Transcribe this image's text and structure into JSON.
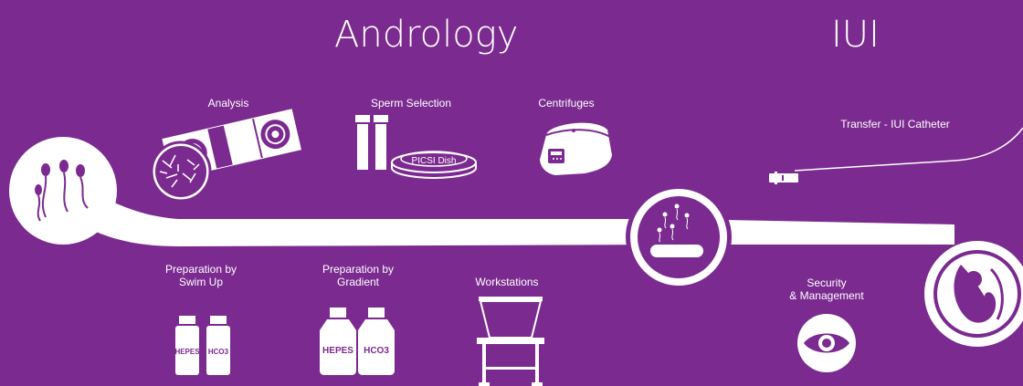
{
  "headings": {
    "andrology": "Andrology",
    "iui": "IUI"
  },
  "labels": {
    "analysis": "Analysis",
    "sperm_selection": "Sperm Selection",
    "centrifuges": "Centrifuges",
    "transfer": "Transfer - IUI Catheter",
    "swim_up_line1": "Preparation by",
    "swim_up_line2": "Swim Up",
    "gradient_line1": "Preparation by",
    "gradient_line2": "Gradient",
    "workstations": "Workstations",
    "security_line1": "Security",
    "security_line2": "& Management"
  },
  "product_labels": {
    "picsi_dish": "PICSI Dish",
    "hepes": "HEPES",
    "hco3": "HCO3"
  },
  "colors": {
    "background": "#7b2a8f",
    "foreground": "#ffffff"
  },
  "icons": [
    "sperm-circle-icon",
    "analysis-slide-icon",
    "sperm-selection-tubes-icon",
    "picsi-dish-icon",
    "centrifuge-icon",
    "iui-catheter-icon",
    "sperm-stage-circle-icon",
    "fetus-circle-icon",
    "media-bottle-icon",
    "workstation-icon",
    "eye-icon"
  ]
}
